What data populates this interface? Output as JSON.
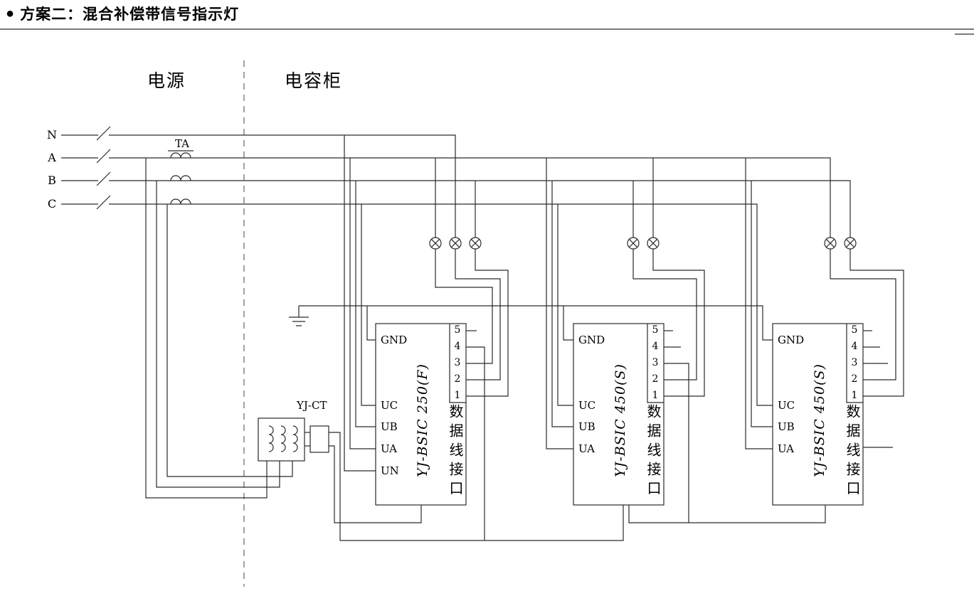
{
  "title": {
    "bullet": "●",
    "text": "方案二：混合补偿带信号指示灯"
  },
  "sections": {
    "power_label": "电源",
    "cabinet_label": "电容柜"
  },
  "phase_labels": [
    "N",
    "A",
    "B",
    "C"
  ],
  "transformer_label": "TA",
  "ct_label": "YJ-CT",
  "blocks": [
    {
      "model": "YJ-BSIC 250(F)",
      "left_terminals": [
        "GND",
        "UC",
        "UB",
        "UA",
        "UN"
      ],
      "right_terminals": [
        "5",
        "4",
        "3",
        "2",
        "1"
      ],
      "interface_label": "数据线接口",
      "lamp_count": 3
    },
    {
      "model": "YJ-BSIC 450(S)",
      "left_terminals": [
        "GND",
        "UC",
        "UB",
        "UA"
      ],
      "right_terminals": [
        "5",
        "4",
        "3",
        "2",
        "1"
      ],
      "interface_label": "数据线接口",
      "lamp_count": 2
    },
    {
      "model": "YJ-BSIC 450(S)",
      "left_terminals": [
        "GND",
        "UC",
        "UB",
        "UA"
      ],
      "right_terminals": [
        "5",
        "4",
        "3",
        "2",
        "1"
      ],
      "interface_label": "数据线接口",
      "lamp_count": 2
    }
  ],
  "colors": {
    "line": "#2a2a2a",
    "background": "#ffffff",
    "text": "#000000"
  }
}
